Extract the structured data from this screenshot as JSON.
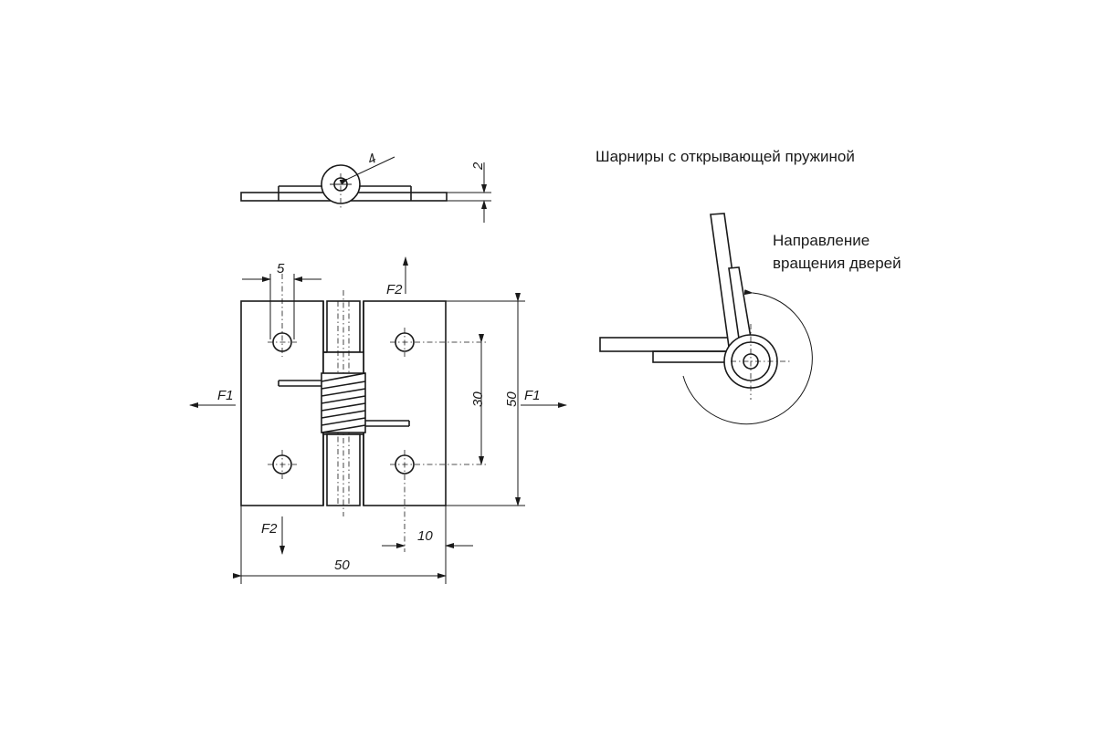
{
  "labels": {
    "title": "Шарниры с открывающей пружиной",
    "direction_line1": "Направление",
    "direction_line2": "вращения дверей"
  },
  "dimensions": {
    "pin_diameter": "4",
    "thickness": "2",
    "hole_offset": "5",
    "hole_spacing": "30",
    "height": "50",
    "hole_edge": "10",
    "width": "50"
  },
  "forces": {
    "f1_left": "F1",
    "f1_right": "F1",
    "f2_top": "F2",
    "f2_bottom": "F2"
  }
}
